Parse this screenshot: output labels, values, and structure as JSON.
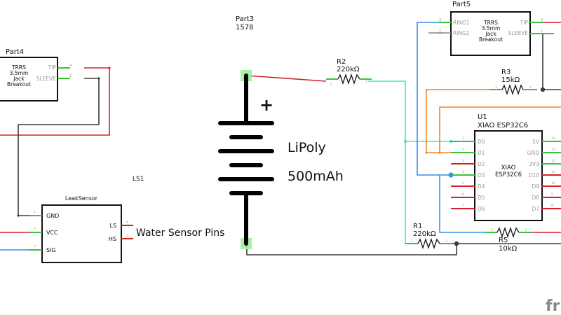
{
  "canvas": {
    "app": "Fritzing schematic view",
    "watermark": "fr"
  },
  "colors": {
    "red": "#d42027",
    "blue": "#3a8ee6",
    "cyan": "#3ee6c1",
    "orange": "#f0832a",
    "black": "#3c3c3c",
    "pin_ok": "#3cc13c",
    "pin_bad": "#d42027",
    "batt_terminal": "#9ef09a"
  },
  "parts": {
    "part4": {
      "label": "Part4",
      "title_lines": [
        "TRRS",
        "3.5mm",
        "Jack",
        "Breakout"
      ],
      "pins": [
        {
          "name": "TIP",
          "num": "4"
        },
        {
          "name": "SLEEVE",
          "num": "1"
        }
      ]
    },
    "part5": {
      "label": "Part5",
      "title_lines": [
        "TRRS",
        "3.5mm",
        "Jack",
        "Breakout"
      ],
      "left_pins": [
        {
          "name": "RING1",
          "num": "3"
        },
        {
          "name": "RING2",
          "num": "2"
        }
      ],
      "right_pins": [
        {
          "name": "TIP",
          "num": "4"
        },
        {
          "name": "SLEEVE",
          "num": "1"
        }
      ]
    },
    "part3": {
      "label": "Part3",
      "sub": "1578",
      "type_label": "LiPoly",
      "capacity": "500mAh",
      "plus": "+"
    },
    "ls1": {
      "ref": "LS1",
      "title": "LeakSensor",
      "left_pins": [
        {
          "name": "GND",
          "num": "1"
        },
        {
          "name": "VCC",
          "num": "2"
        },
        {
          "name": "SIG",
          "num": "3"
        }
      ],
      "right_pins": [
        {
          "name": "LS",
          "num": "4"
        },
        {
          "name": "HS",
          "num": "5"
        }
      ],
      "note": "Water Sensor Pins"
    },
    "u1": {
      "ref": "U1",
      "value": "XIAO ESP32C6",
      "body_lines": [
        "XIAO",
        "ESP32C6"
      ],
      "left_pins": [
        {
          "name": "D0",
          "num": "1",
          "connected": true
        },
        {
          "name": "D1",
          "num": "2",
          "connected": true
        },
        {
          "name": "D2",
          "num": "3",
          "connected": false
        },
        {
          "name": "D3",
          "num": "4",
          "connected": true
        },
        {
          "name": "D4",
          "num": "5",
          "connected": false
        },
        {
          "name": "D5",
          "num": "6",
          "connected": false
        },
        {
          "name": "D6",
          "num": "7",
          "connected": false
        }
      ],
      "right_pins": [
        {
          "name": "5V",
          "num": "14",
          "connected": true
        },
        {
          "name": "GND",
          "num": "13",
          "connected": true
        },
        {
          "name": "3V3",
          "num": "12",
          "connected": true
        },
        {
          "name": "D10",
          "num": "11",
          "connected": false
        },
        {
          "name": "D9",
          "num": "10",
          "connected": false
        },
        {
          "name": "D8",
          "num": "9",
          "connected": false
        },
        {
          "name": "D7",
          "num": "8",
          "connected": false
        }
      ]
    },
    "r1": {
      "ref": "R1",
      "value": "220kΩ",
      "pin1": "1",
      "pin2": "2"
    },
    "r2": {
      "ref": "R2",
      "value": "220kΩ",
      "pin1": "1",
      "pin2": "2"
    },
    "r3": {
      "ref": "R3",
      "value": "15kΩ",
      "pin1": "1",
      "pin2": "2"
    },
    "r5": {
      "ref": "R5",
      "value": "10kΩ",
      "pin1": "1",
      "pin2": "2"
    }
  }
}
